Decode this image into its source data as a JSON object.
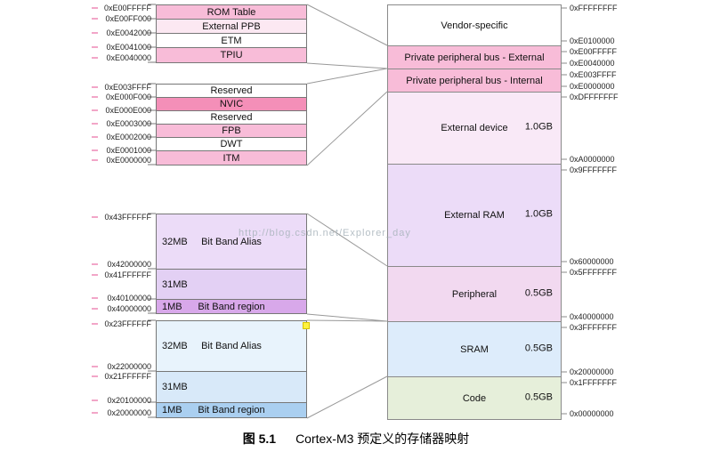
{
  "caption": {
    "fig_label": "图 5.1",
    "fig_title": "Cortex-M3 预定义的存储器映射"
  },
  "watermark": "http://blog.csdn.net/Explorer_day",
  "colors": {
    "white": "#FFFFFF",
    "pink": "#F8BCD8",
    "pink-strong": "#F48FB8",
    "pink-pale": "#FCE8F2",
    "lavender-light": "#ECDCF8",
    "lavender": "#E3D0F4",
    "purple": "#D8A8EA",
    "pinklav-light": "#F9E9F7",
    "pinklav": "#F2D9F0",
    "blue-pale": "#E8F3FC",
    "blue-light": "#D8E9F9",
    "blue": "#AACFF0",
    "blue-region": "#DDECFB",
    "green": "#E6EFDA"
  },
  "ppb_external_detail": {
    "rows": [
      {
        "label": "ROM Table"
      },
      {
        "label": "External PPB"
      },
      {
        "label": "ETM"
      },
      {
        "label": "TPIU"
      }
    ],
    "addresses": [
      "0xE00FFFFF",
      "0xE00FF000",
      "0xE0042000",
      "0xE0041000",
      "0xE0040000"
    ]
  },
  "ppb_internal_detail": {
    "rows": [
      {
        "label": "Reserved"
      },
      {
        "label": "NVIC"
      },
      {
        "label": "Reserved"
      },
      {
        "label": "FPB"
      },
      {
        "label": "DWT"
      },
      {
        "label": "ITM"
      }
    ],
    "addresses": [
      "0xE003FFFF",
      "0xE000F000",
      "0xE000E000",
      "0xE0003000",
      "0xE0002000",
      "0xE0001000",
      "0xE0000000"
    ]
  },
  "peripheral_bitband": {
    "rows": [
      {
        "size": "32MB",
        "label": "Bit Band Alias"
      },
      {
        "size": "31MB",
        "label": ""
      },
      {
        "size": "1MB",
        "label": "Bit Band region"
      }
    ],
    "addresses": [
      "0x43FFFFFF",
      "0x42000000",
      "0x41FFFFFF",
      "0x40100000",
      "0x40000000"
    ]
  },
  "sram_bitband": {
    "rows": [
      {
        "size": "32MB",
        "label": "Bit Band Alias"
      },
      {
        "size": "31MB",
        "label": ""
      },
      {
        "size": "1MB",
        "label": "Bit Band region"
      }
    ],
    "addresses": [
      "0x23FFFFFF",
      "0x22000000",
      "0x21FFFFFF",
      "0x20100000",
      "0x20000000"
    ]
  },
  "memory_map": {
    "regions": [
      {
        "label": "Vendor-specific",
        "size": ""
      },
      {
        "label": "Private peripheral bus - External",
        "size": ""
      },
      {
        "label": "Private peripheral bus - Internal",
        "size": ""
      },
      {
        "label": "External device",
        "size": "1.0GB"
      },
      {
        "label": "External RAM",
        "size": "1.0GB"
      },
      {
        "label": "Peripheral",
        "size": "0.5GB"
      },
      {
        "label": "SRAM",
        "size": "0.5GB"
      },
      {
        "label": "Code",
        "size": "0.5GB"
      }
    ],
    "addresses": [
      "0xFFFFFFFF",
      "0xE0100000",
      "0xE00FFFFF",
      "0xE0040000",
      "0xE003FFFF",
      "0xE0000000",
      "0xDFFFFFFF",
      "0xA0000000",
      "0x9FFFFFFF",
      "0x60000000",
      "0x5FFFFFFF",
      "0x40000000",
      "0x3FFFFFFF",
      "0x20000000",
      "0x1FFFFFFF",
      "0x00000000"
    ]
  }
}
